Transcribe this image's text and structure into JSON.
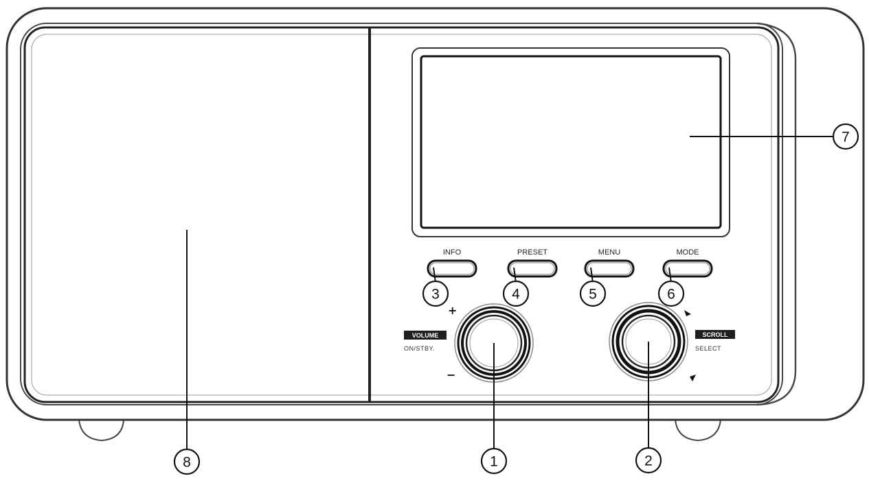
{
  "diagram": {
    "buttons": [
      {
        "label": "INFO",
        "callout": "3"
      },
      {
        "label": "PRESET",
        "callout": "4"
      },
      {
        "label": "MENU",
        "callout": "5"
      },
      {
        "label": "MODE",
        "callout": "6"
      }
    ],
    "knobs": {
      "volume": {
        "tag": "VOLUME",
        "sub": "ON/STBY.",
        "plus": "+",
        "minus": "−",
        "callout": "1"
      },
      "scroll": {
        "tag": "SCROLL",
        "sub": "SELECT",
        "callout": "2"
      }
    },
    "display_callout": "7",
    "speaker_callout": "8"
  }
}
